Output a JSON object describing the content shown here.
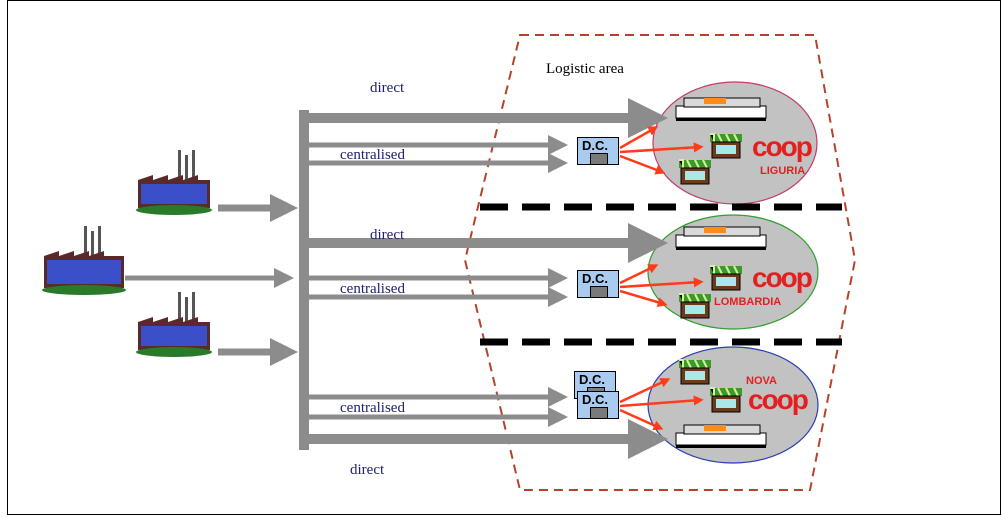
{
  "area_label": "Logistic area",
  "flows": {
    "direct_top": "direct",
    "centralised_top": "centralised",
    "direct_mid": "direct",
    "centralised_mid": "centralised",
    "centralised_bot": "centralised",
    "direct_bot": "direct"
  },
  "dc_label": "D.C.",
  "brand": "coop",
  "regions": [
    "LIGURIA",
    "LOMBARDIA",
    "NOVA"
  ],
  "colors": {
    "arrow": "#8c8c8c",
    "area_border": "#b5432a",
    "red_arrow": "#ff3b1a",
    "liguria_border": "#c23b6a",
    "lombardia_border": "#2ea02e",
    "nova_border": "#2b3fb0",
    "region_fill": "#c2c2c2"
  }
}
